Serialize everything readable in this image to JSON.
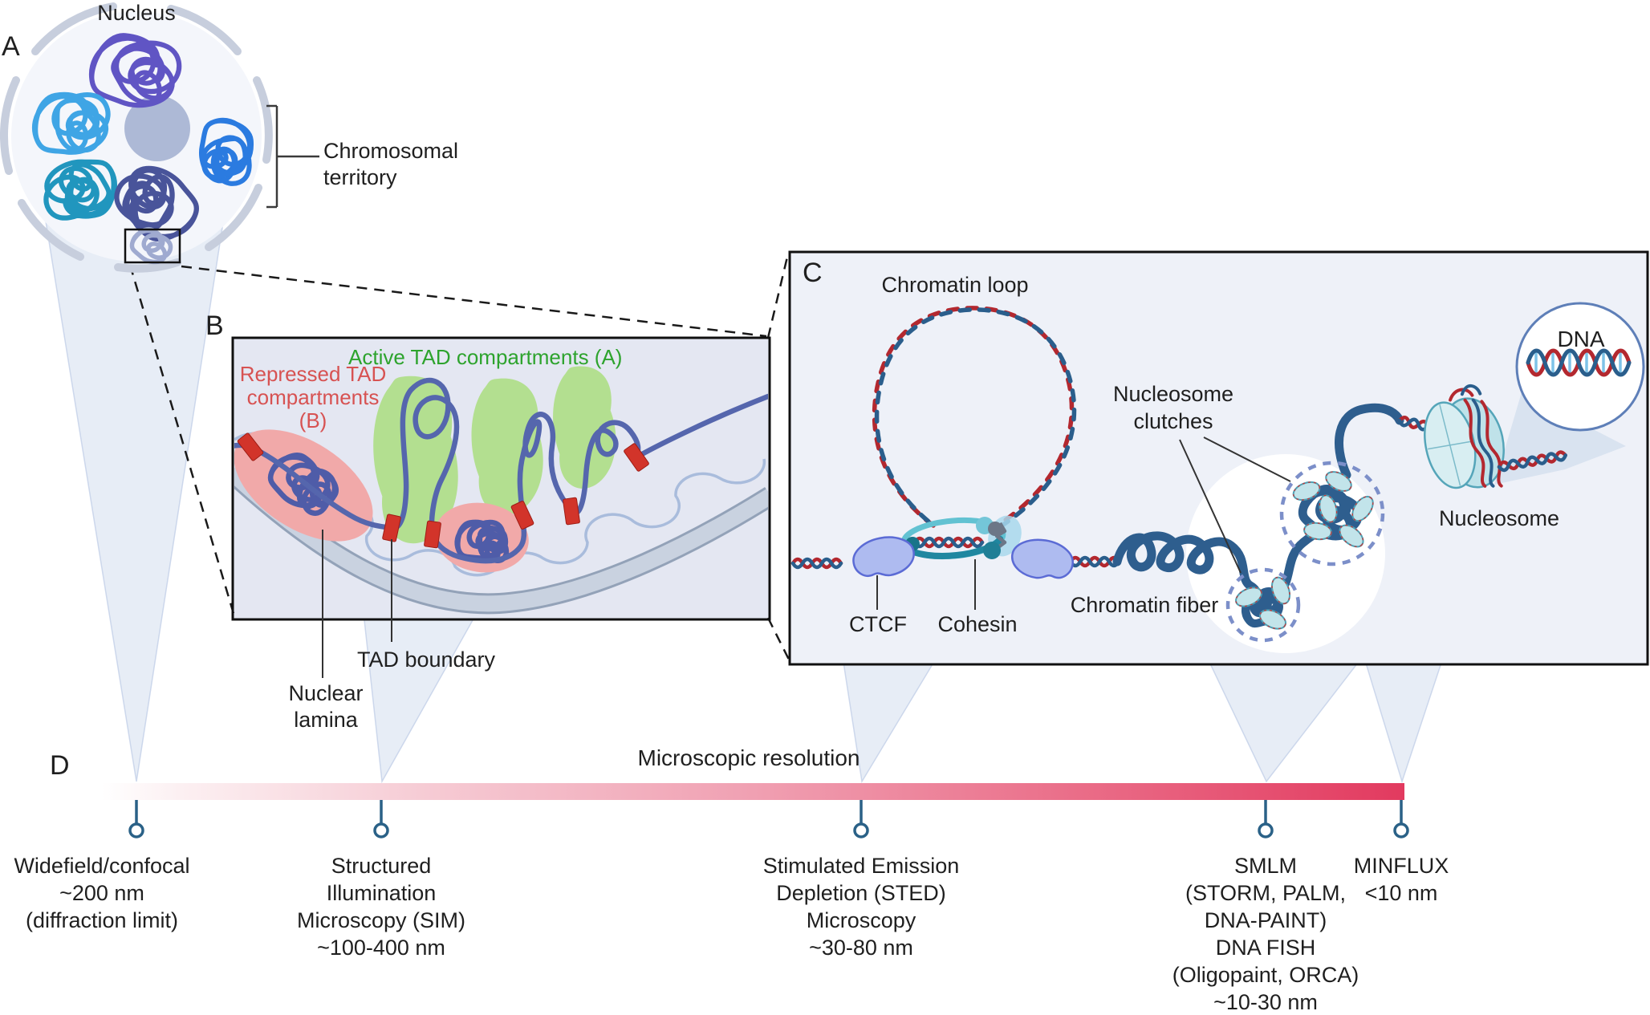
{
  "panels": {
    "a": {
      "letter": "A",
      "nucleus_label": "Nucleus",
      "territory_label": [
        "Chromosomal",
        "territory"
      ]
    },
    "b": {
      "letter": "B",
      "active_label": "Active TAD compartments (A)",
      "repressed_label": [
        "Repressed TAD",
        "compartments",
        "(B)"
      ],
      "tad_boundary_label": "TAD boundary",
      "nuclear_lamina_label": [
        "Nuclear",
        "lamina"
      ]
    },
    "c": {
      "letter": "C",
      "chromatin_loop_label": "Chromatin loop",
      "nucleosome_clutches_label": [
        "Nucleosome",
        "clutches"
      ],
      "ctcf_label": "CTCF",
      "cohesin_label": "Cohesin",
      "chromatin_fiber_label": "Chromatin fiber",
      "nucleosome_label": "Nucleosome",
      "dna_label": "DNA"
    },
    "d": {
      "letter": "D",
      "title": "Microscopic resolution",
      "techniques": [
        {
          "lines": [
            "Widefield/confocal",
            "~200 nm",
            "(diffraction limit)"
          ]
        },
        {
          "lines": [
            "Structured",
            "Illumination",
            "Microscopy (SIM)",
            "~100-400 nm"
          ]
        },
        {
          "lines": [
            "Stimulated Emission",
            "Depletion (STED)",
            "Microscopy",
            "~30-80 nm"
          ]
        },
        {
          "lines": [
            "SMLM",
            "(STORM, PALM,",
            "DNA-PAINT)",
            "DNA FISH",
            "(Oligopaint, ORCA)",
            "~10-30 nm"
          ]
        },
        {
          "lines": [
            "MINFLUX",
            "<10 nm"
          ]
        }
      ]
    }
  },
  "colors": {
    "repressed_text_red": "#d75252",
    "active_text_green": "#2da32d",
    "tad_boundary_red": "#d2342a",
    "repressed_oval_pink": "#f1a9a9",
    "active_blob_green": "#b3df90",
    "chromosome_thread_blue": "#5566ad",
    "dna_strand_red": "#b3282f",
    "dna_strand_blue": "#2a5e8c",
    "chromatin_fiber_blue": "#2e5e8e",
    "nucleosome_teal": "#bfe2e9",
    "cohesin_teal": "#1f87a0",
    "ctcf_purple": "#aebbf0",
    "resolution_bar_end": "#e23a5f",
    "marker_blue": "#2a6187"
  }
}
